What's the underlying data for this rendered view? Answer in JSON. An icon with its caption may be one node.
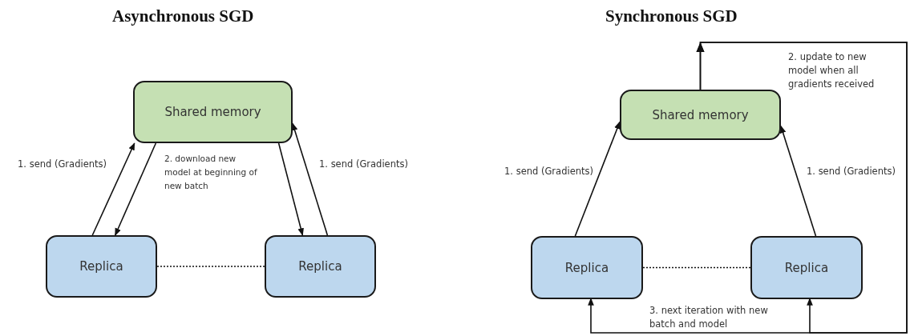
{
  "diagram": {
    "nodes": [
      {
        "text": [
          "Shared memory"
        ]
      },
      {
        "text": [
          "Replica"
        ]
      },
      {
        "text": [
          "Replica"
        ]
      },
      {
        "text": [
          "Shared memory"
        ]
      },
      {
        "text": [
          "Replica"
        ]
      },
      {
        "text": [
          "Replica"
        ]
      }
    ],
    "edges": [
      {
        "from": 1,
        "to": 0,
        "arrow": "to",
        "label": "1. send (Gradients)"
      },
      {
        "from": 0,
        "to": 1,
        "arrow": "to",
        "label": "2. download new model at beginning of new batch"
      },
      {
        "from": 0,
        "to": 2,
        "arrow": "to"
      },
      {
        "from": 2,
        "to": 0,
        "arrow": "to",
        "label": "1. send (Gradients)"
      },
      {
        "from": 1,
        "to": 2,
        "arrow": "none",
        "style": "dashed"
      },
      {
        "from": 4,
        "to": 3,
        "arrow": "to",
        "label": "1. send (Gradients)"
      },
      {
        "from": 5,
        "to": 3,
        "arrow": "to",
        "label": "1. send (Gradients)"
      },
      {
        "from": 4,
        "to": 5,
        "arrow": "none",
        "style": "dashed"
      },
      {
        "from": 3,
        "to": 4,
        "arrow": "to",
        "label": "3. next iteration with new batch and model"
      },
      {
        "from": 3,
        "to": 5,
        "arrow": "to"
      }
    ],
    "labels": [
      "Asynchronous SGD",
      "Synchronous SGD",
      "2. update to new model when all gradients received"
    ]
  }
}
